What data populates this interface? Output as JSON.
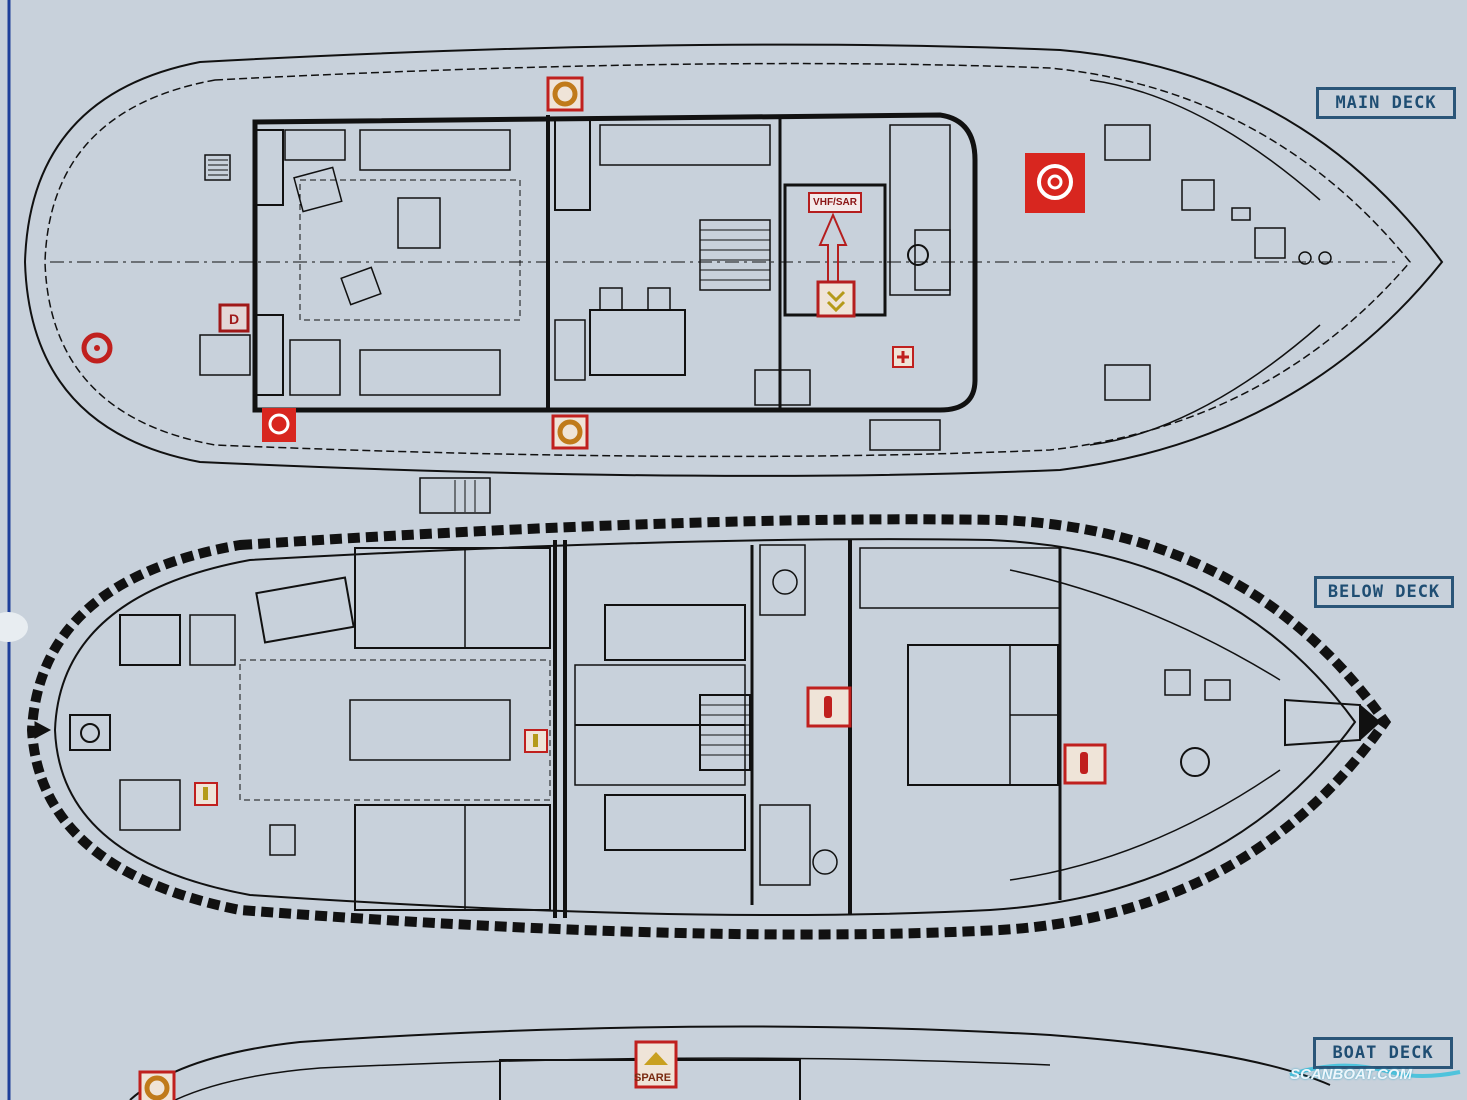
{
  "labels": {
    "main_deck": "MAIN DECK",
    "below_deck": "BELOW DECK",
    "boat_deck": "BOAT DECK",
    "vhf_sar": "VHF/SAR",
    "spare": "SPARE",
    "diesel_marker": "D"
  },
  "watermark": "SCANBOAT.COM",
  "colors": {
    "background": "#c8d1db",
    "lines": "#111111",
    "safety_red": "#c0201e",
    "label_blue": "#1f4e73"
  },
  "icons": [
    "lifebuoy-icon",
    "fire-hose-icon",
    "fire-extinguisher-icon",
    "first-aid-icon",
    "muster-point-icon",
    "bollard-winch-icon",
    "liferaft-icon"
  ]
}
